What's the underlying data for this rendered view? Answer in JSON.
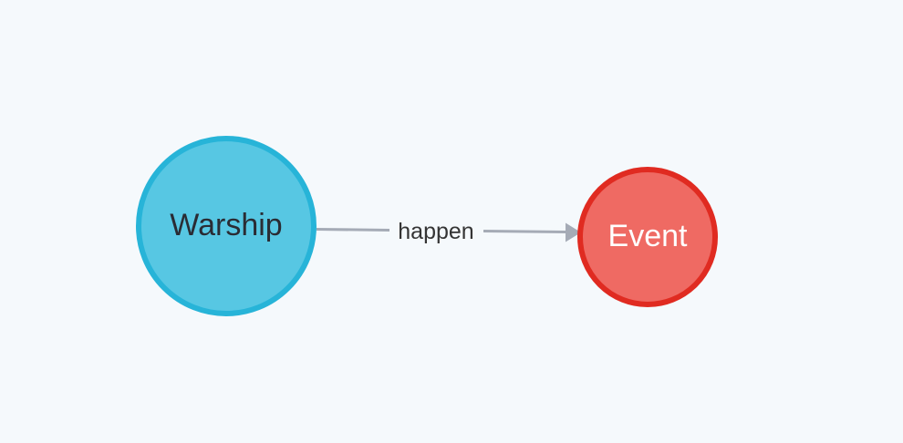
{
  "canvas": {
    "background_color": "#F5F9FC"
  },
  "graph": {
    "nodes": [
      {
        "id": "warship",
        "label": "Warship",
        "fill": "#57C7E3",
        "border": "#27B4D8",
        "text_color": "#2A2C34"
      },
      {
        "id": "event",
        "label": "Event",
        "fill": "#EF6A63",
        "border": "#E02B21",
        "text_color": "#FFFFFF"
      }
    ],
    "edges": [
      {
        "from": "warship",
        "to": "event",
        "label": "happen",
        "color": "#A5ABB6",
        "label_color": "#343434"
      }
    ]
  }
}
